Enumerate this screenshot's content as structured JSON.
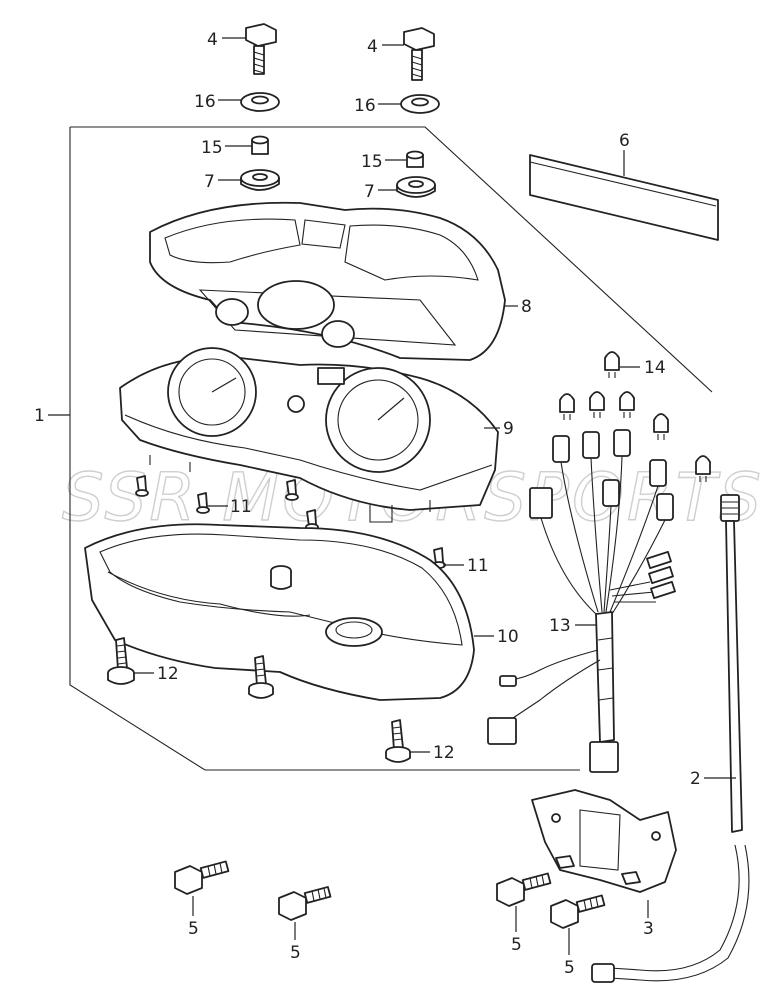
{
  "watermark": "SSR MOTORSPORTS",
  "labels": {
    "p1": "1",
    "p2": "2",
    "p3": "3",
    "p4a": "4",
    "p4b": "4",
    "p5a": "5",
    "p5b": "5",
    "p5c": "5",
    "p5d": "5",
    "p6": "6",
    "p7a": "7",
    "p7b": "7",
    "p8": "8",
    "p9": "9",
    "p10": "10",
    "p11a": "11",
    "p11b": "11",
    "p12a": "12",
    "p12b": "12",
    "p13": "13",
    "p14": "14",
    "p15a": "15",
    "p15b": "15",
    "p16a": "16",
    "p16b": "16"
  }
}
